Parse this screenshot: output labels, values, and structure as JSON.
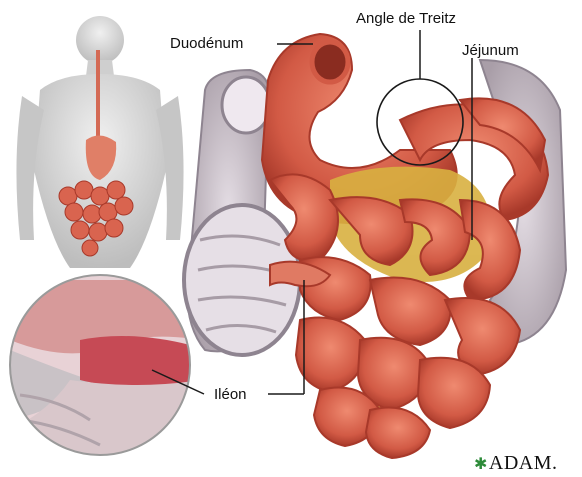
{
  "labels": {
    "duodenum": "Duodénum",
    "angle_treitz": "Angle de Treitz",
    "jejunum": "Jéjunum",
    "ileon": "Iléon"
  },
  "brand": {
    "mark": "✱",
    "text": "ADAM."
  },
  "colors": {
    "intestine": "#d9644f",
    "intestine_dark": "#b8412f",
    "colon": "#c8c0c8",
    "fat": "#d8b040",
    "skin": "#d9d9d9",
    "leader": "#1a1a1a"
  }
}
